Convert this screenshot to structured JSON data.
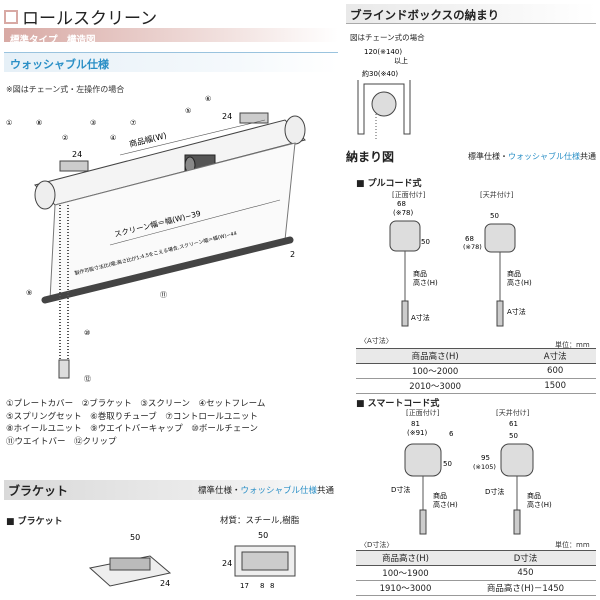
{
  "header": {
    "title": "ロールスクリーン",
    "subtitle": "標準タイプ　構造図",
    "variant": "ウォッシャブル仕様",
    "note": "※図はチェーン式・左操作の場合"
  },
  "diagram": {
    "labels": {
      "width_label": "商品幅(W)",
      "screen_label": "スクリーン幅＝幅(W)−39",
      "dim_24a": "24",
      "dim_24b": "24",
      "dim_2": "2",
      "note_text": "製作可能寸法比(幅:高さ比が1:4.5をこえる場合,スクリーン幅＝幅(W)−44"
    },
    "callouts": [
      "①",
      "②",
      "③",
      "④",
      "⑤",
      "⑥",
      "⑦",
      "⑧",
      "⑨",
      "⑩",
      "⑪",
      "⑫"
    ]
  },
  "legend": [
    "①プレートカバー",
    "②ブラケット",
    "③スクリーン",
    "④セットフレーム",
    "⑤スプリングセット",
    "⑥巻取りチューブ",
    "⑦コントロールユニット",
    "⑧ホイールユニット",
    "⑨ウエイトバーキャップ",
    "⑩ボールチェーン",
    "⑪ウエイトバー",
    "⑫クリップ"
  ],
  "bracket": {
    "section": "ブラケット",
    "spec_prefix": "標準仕様・",
    "spec_blue": "ウォッシャブル仕様",
    "spec_suffix": "共通",
    "sub": "■ ブラケット",
    "material": "材質：スチール,樹脂",
    "dims": {
      "d50a": "50",
      "d24a": "24",
      "d50b": "50",
      "d24b": "24",
      "d17": "17",
      "d8a": "8",
      "d8b": "8"
    }
  },
  "blindbox": {
    "title": "ブラインドボックスの納まり",
    "note": "図はチェーン式の場合",
    "dim_120": "120(※140)",
    "dim_ijou": "以上",
    "dim_depth": "約30(※40)"
  },
  "osamari": {
    "title": "納まり図",
    "spec_prefix": "標準仕様・",
    "spec_blue": "ウォッシャブル仕様",
    "spec_suffix": "共通",
    "pull": {
      "title": "■ プルコード式",
      "front": "[正面付け]",
      "ceiling": "[天井付け]",
      "d68": "68",
      "d78": "(※78)",
      "d50": "50",
      "d50b": "50",
      "d68b": "68",
      "d78b": "(※78)",
      "height": "商品",
      "height2": "高さ(H)",
      "height_b": "商品",
      "height_b2": "高さ(H)",
      "a_label": "A寸法",
      "a_label_b": "A寸法",
      "table_caption": "〈A寸法〉",
      "unit": "単位：mm",
      "cols": [
        "商品高さ(H)",
        "A寸法"
      ],
      "rows": [
        [
          "100〜2000",
          "600"
        ],
        [
          "2010〜3000",
          "1500"
        ]
      ]
    },
    "smart": {
      "title": "■ スマートコード式",
      "front": "[正面付け]",
      "ceiling": "[天井付け]",
      "d81": "81",
      "d91": "(※91)",
      "d6": "6",
      "d50": "50",
      "d61": "61",
      "d50b": "50",
      "d95": "95",
      "d105": "(※105)",
      "height": "商品",
      "height2": "高さ(H)",
      "height_b": "商品",
      "height_b2": "高さ(H)",
      "d_label": "D寸法",
      "d_label_b": "D寸法",
      "table_caption": "〈D寸法〉",
      "unit": "単位：mm",
      "cols": [
        "商品高さ(H)",
        "D寸法"
      ],
      "rows": [
        [
          "100〜1900",
          "450"
        ],
        [
          "1910〜3000",
          "商品高さ(H)－1450"
        ]
      ]
    }
  }
}
